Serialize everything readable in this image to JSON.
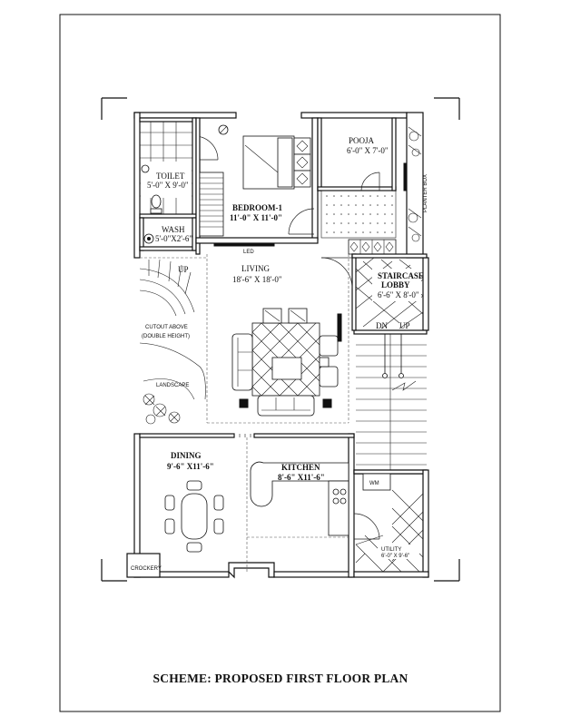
{
  "title": "SCHEME: PROPOSED FIRST FLOOR PLAN",
  "rooms": {
    "toilet": {
      "name": "TOILET",
      "size": "5'-0\" X 9'-0\""
    },
    "wash": {
      "name": "WASH",
      "size": "5'-0\"X2'-6\""
    },
    "bedroom": {
      "name": "BEDROOM-1",
      "size": "11'-0\" X 11'-0\""
    },
    "pooja": {
      "name": "POOJA",
      "size": "6'-0\" X 7'-0\""
    },
    "living": {
      "name": "LIVING",
      "size": "18'-6\" X 18'-0\""
    },
    "staircase": {
      "name_line1": "STAIRCASE",
      "name_line2": "LOBBY",
      "size": "6'-6\" X 8'-0\""
    },
    "dining": {
      "name": "DINING",
      "size": "9'-6\" X11'-6\""
    },
    "kitchen": {
      "name": "KITCHEN",
      "size": "8'-6\" X11'-6\""
    },
    "utility": {
      "name": "UTILITY",
      "size": "6'-0\" X 9'-6\""
    }
  },
  "labels": {
    "led": "LED",
    "planter_box": "PLANTER BOX",
    "up_left": "UP",
    "cutout_line1": "CUTOUT ABOVE",
    "cutout_line2": "(DOUBLE HEIGHT)",
    "landscape": "LANDSCAPE",
    "dn": "DN",
    "up_right": "UP",
    "wm": "WM",
    "crockery": "CROCKERY"
  }
}
